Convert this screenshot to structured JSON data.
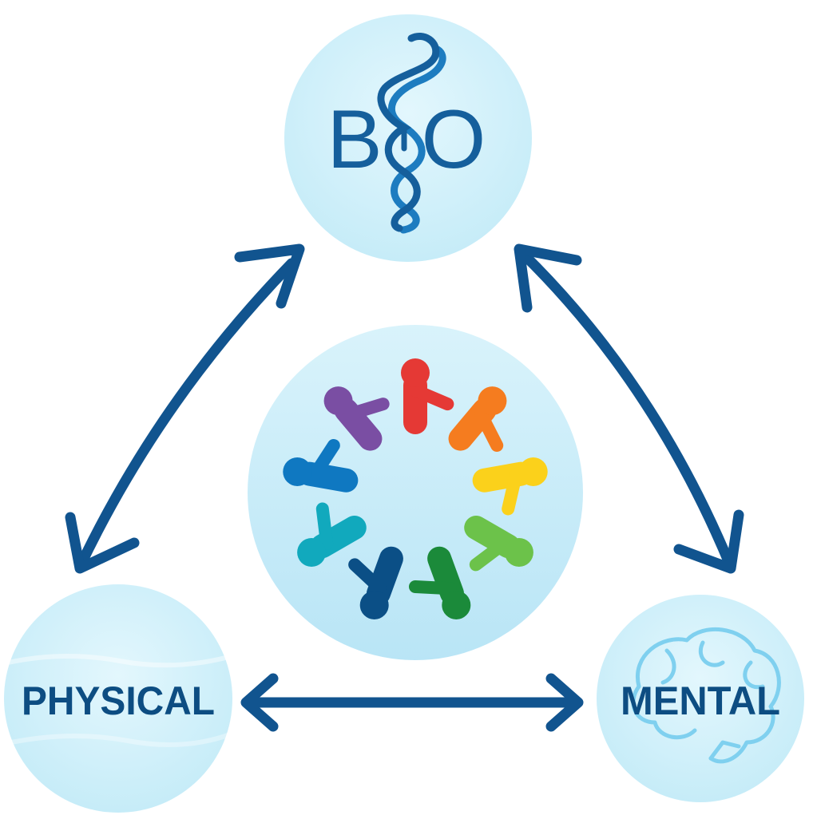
{
  "nodes": {
    "bio": {
      "label_left": "B",
      "label_right": "O",
      "icon": "caduceus-dna-icon"
    },
    "physical": {
      "label": "PHYSICAL"
    },
    "mental": {
      "label": "MENTAL",
      "icon": "brain-icon"
    },
    "center": {
      "icon": "community-circle-icon"
    }
  },
  "connections": [
    {
      "from": "bio",
      "to": "physical",
      "type": "bidirectional"
    },
    {
      "from": "bio",
      "to": "mental",
      "type": "bidirectional"
    },
    {
      "from": "physical",
      "to": "mental",
      "type": "bidirectional"
    }
  ],
  "colors": {
    "arrow": "#11548f",
    "circle_fill": "#d2f1fb",
    "label": "#0d4d82",
    "people": [
      "#e53935",
      "#f57c1f",
      "#fbd11b",
      "#6cc24a",
      "#1b8a3a",
      "#0b4f86",
      "#11a9bd",
      "#0f78c1",
      "#7a4ea3"
    ]
  }
}
